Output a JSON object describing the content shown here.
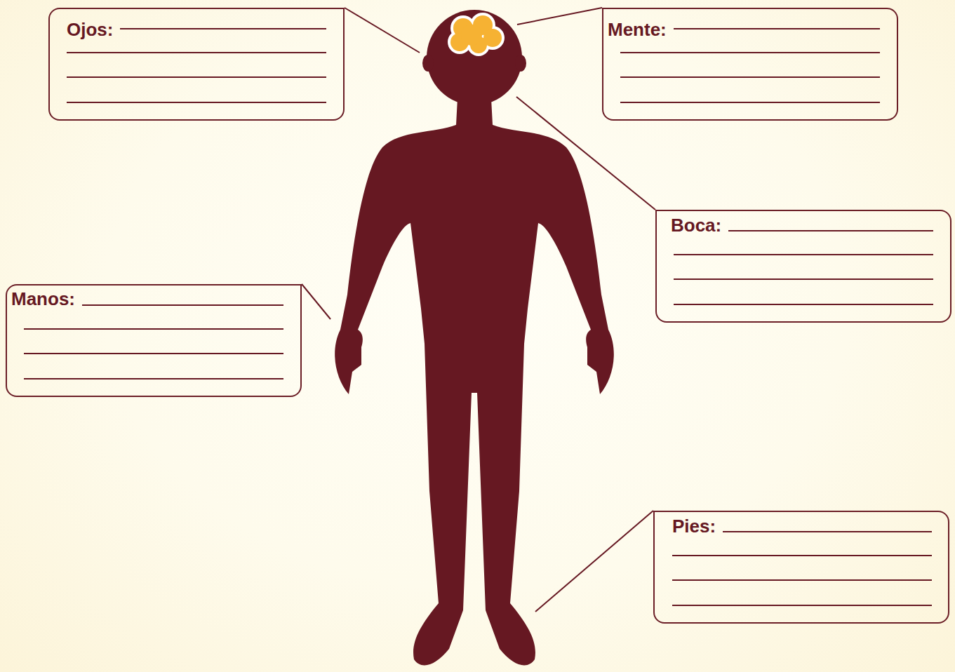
{
  "diagram": {
    "nodes": [
      {
        "text": [
          "Ojos:"
        ]
      },
      {
        "text": [
          "Mente:"
        ]
      },
      {
        "text": [
          "Boca:"
        ]
      },
      {
        "text": [
          "Manos:"
        ]
      },
      {
        "text": [
          "Pies:"
        ]
      }
    ]
  }
}
